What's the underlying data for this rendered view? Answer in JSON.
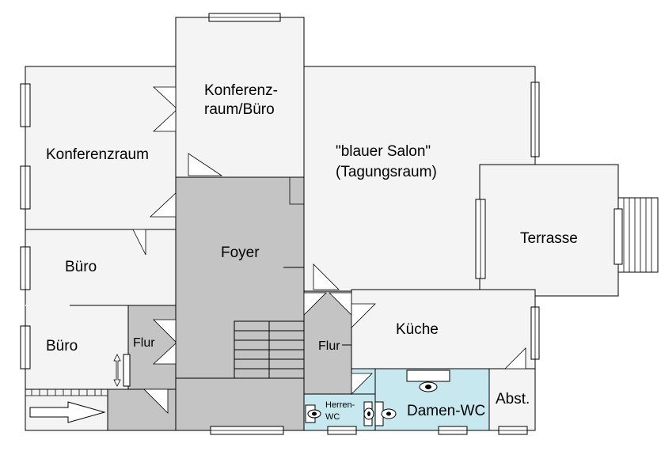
{
  "colors": {
    "room_light": "#f4f4f4",
    "room_grey": "#c4c4c4",
    "wc": "#c8e8f0",
    "wall": "#000000",
    "window": "#ffffff"
  },
  "rooms": {
    "konferenzraum": "Konferenzraum",
    "konferenzraum_buero_1": "Konferenz-",
    "konferenzraum_buero_2": "raum/Büro",
    "blauer_salon_1": "\"blauer Salon\"",
    "blauer_salon_2": "(Tagungsraum)",
    "terrasse": "Terrasse",
    "foyer": "Foyer",
    "buero_upper": "Büro",
    "buero_lower": "Büro",
    "flur_left": "Flur",
    "flur_right": "Flur",
    "kueche": "Küche",
    "herren_wc_1": "Herren-",
    "herren_wc_2": "WC",
    "damen_wc": "Damen-WC",
    "abst": "Abst."
  }
}
